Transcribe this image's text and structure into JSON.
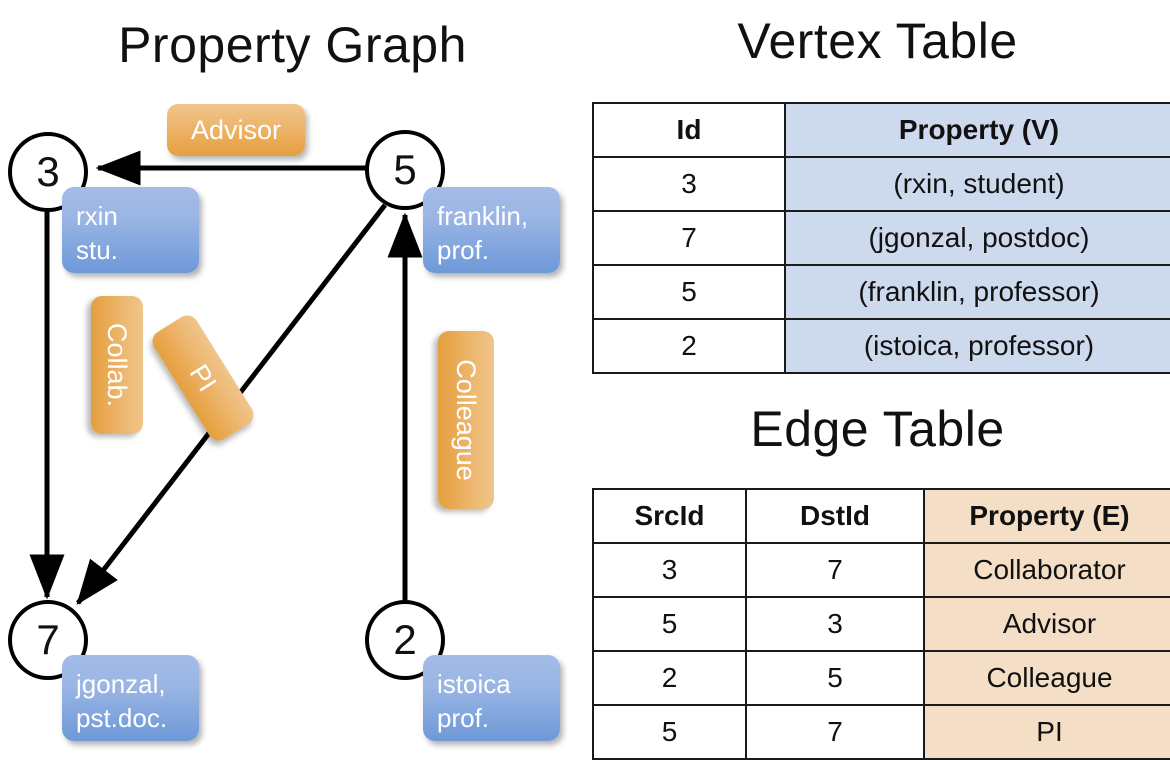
{
  "titles": {
    "property_graph": "Property Graph",
    "vertex_table": "Vertex Table",
    "edge_table": "Edge Table"
  },
  "graph": {
    "vertices": [
      {
        "id": "3",
        "property_label": "rxin\nstu."
      },
      {
        "id": "5",
        "property_label": "franklin,\nprof."
      },
      {
        "id": "7",
        "property_label": "jgonzal,\npst.doc."
      },
      {
        "id": "2",
        "property_label": "istoica\nprof."
      }
    ],
    "vertex_ids": {
      "three": "3",
      "five": "5",
      "seven": "7",
      "two": "2"
    },
    "property_boxes": {
      "rxin_line1": "rxin",
      "rxin_line2": "stu.",
      "franklin_line1": "franklin,",
      "franklin_line2": "prof.",
      "jgonzal_line1": "jgonzal,",
      "jgonzal_line2": "pst.doc.",
      "istoica_line1": "istoica",
      "istoica_line2": "prof."
    },
    "edge_labels": {
      "advisor": "Advisor",
      "collab": "Collab.",
      "colleague": "Colleague",
      "pi": "PI"
    },
    "edges": [
      {
        "from": "5",
        "to": "3",
        "label": "Advisor"
      },
      {
        "from": "3",
        "to": "7",
        "label": "Collab."
      },
      {
        "from": "5",
        "to": "7",
        "label": "PI"
      },
      {
        "from": "2",
        "to": "5",
        "label": "Colleague"
      }
    ]
  },
  "vertex_table": {
    "headers": [
      "Id",
      "Property (V)"
    ],
    "rows": [
      {
        "id": "3",
        "property": "(rxin, student)"
      },
      {
        "id": "7",
        "property": "(jgonzal, postdoc)"
      },
      {
        "id": "5",
        "property": "(franklin, professor)"
      },
      {
        "id": "2",
        "property": "(istoica, professor)"
      }
    ]
  },
  "edge_table": {
    "headers": [
      "SrcId",
      "DstId",
      "Property (E)"
    ],
    "rows": [
      {
        "src": "3",
        "dst": "7",
        "property": "Collaborator"
      },
      {
        "src": "5",
        "dst": "3",
        "property": "Advisor"
      },
      {
        "src": "2",
        "dst": "5",
        "property": "Colleague"
      },
      {
        "src": "5",
        "dst": "7",
        "property": "PI"
      }
    ]
  },
  "colors": {
    "vertex_box_fill": "#9BB6E4",
    "edge_label_fill": "#EAAA54",
    "vertex_table_accent": "#CDD9ED",
    "edge_table_accent": "#F4DFC6",
    "stroke": "#000000"
  }
}
